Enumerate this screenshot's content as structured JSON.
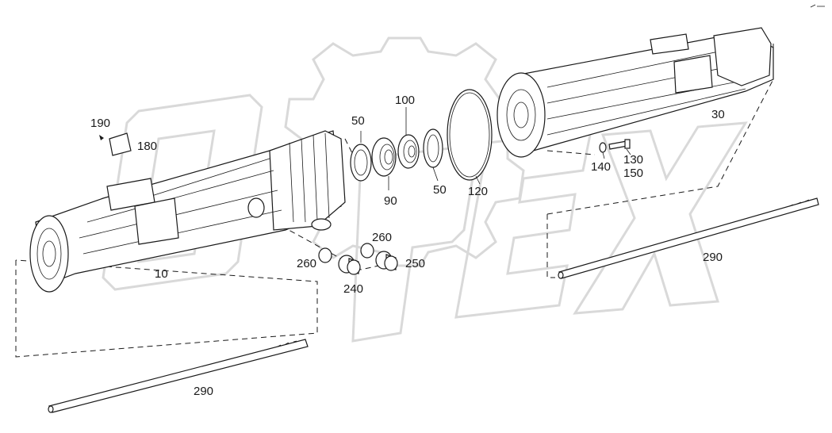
{
  "diagram": {
    "watermark_text": "OPEX",
    "callouts": {
      "c10": "10",
      "c30": "30",
      "c50a": "50",
      "c50b": "50",
      "c90": "90",
      "c100": "100",
      "c120": "120",
      "c130": "130",
      "c140": "140",
      "c150": "150",
      "c180": "180",
      "c190": "190",
      "c240": "240",
      "c250": "250",
      "c260a": "260",
      "c260b": "260",
      "c290a": "290",
      "c290b": "290"
    }
  }
}
